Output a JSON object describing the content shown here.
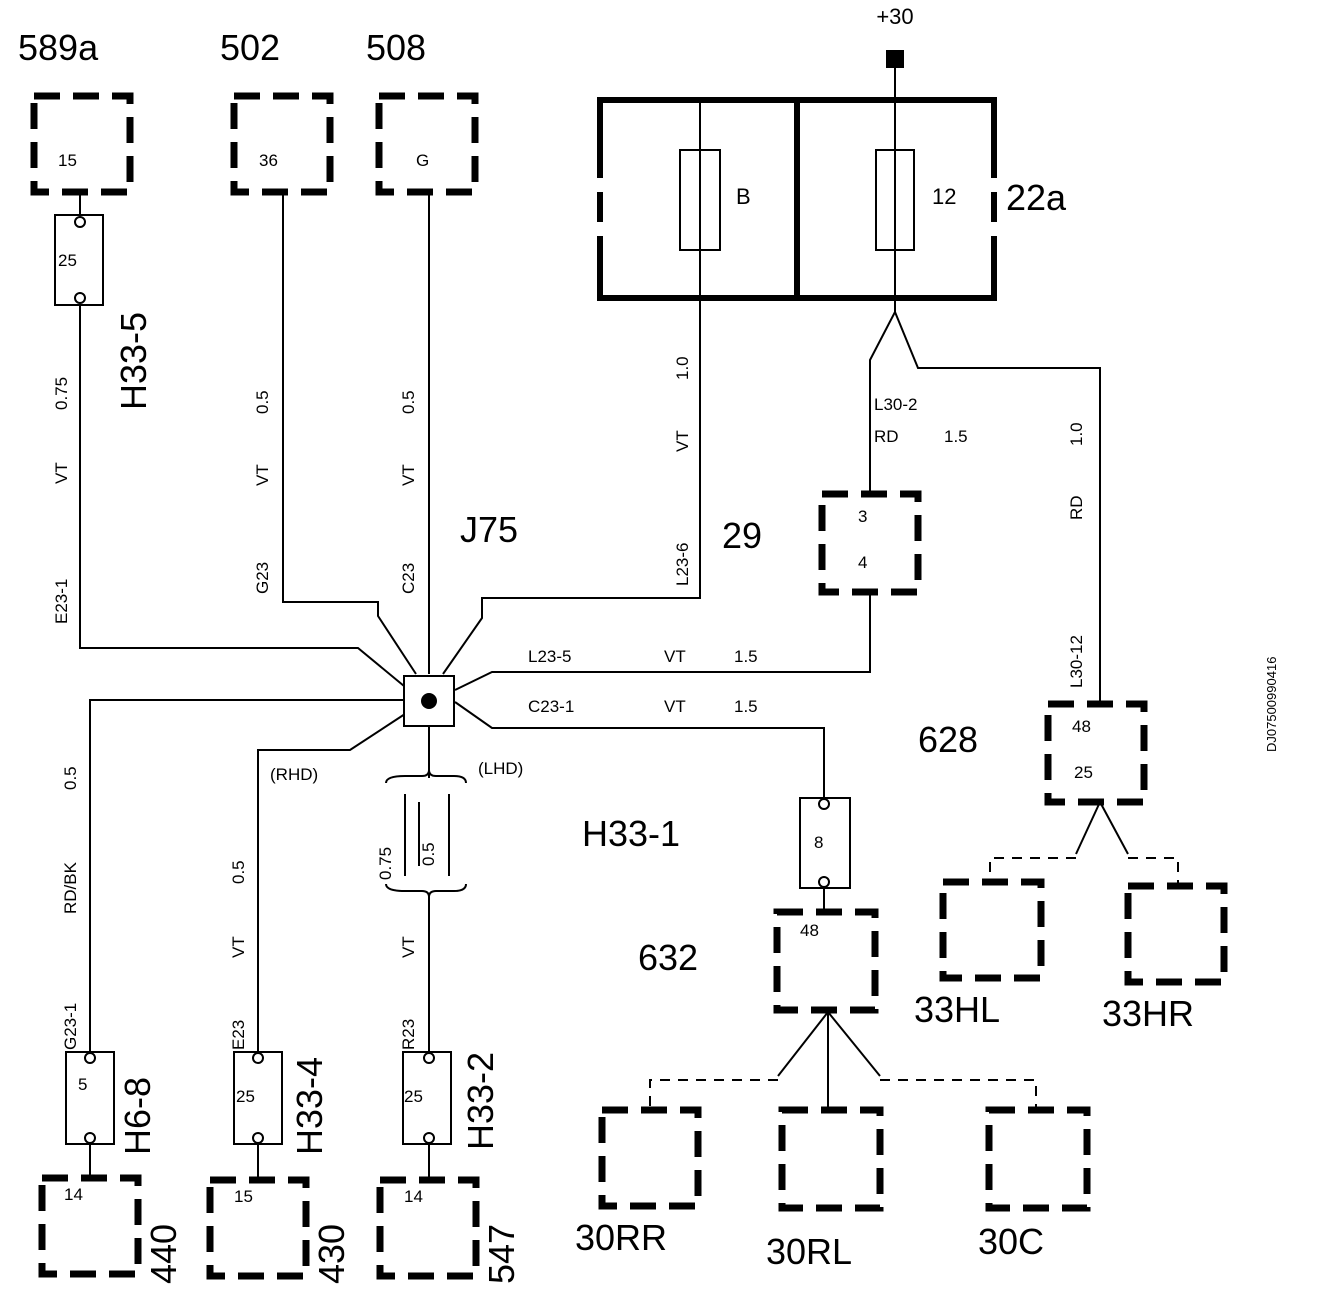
{
  "components": {
    "c589a": {
      "id": "589a",
      "pin": "15"
    },
    "c502": {
      "id": "502",
      "pin": "36"
    },
    "c508": {
      "id": "508",
      "pin": "G"
    },
    "c22a": {
      "id": "22a",
      "fuse_left": "B",
      "fuse_right": "12"
    },
    "supply": "+30",
    "c29": {
      "id": "29",
      "pin_top": "3",
      "pin_bottom": "4"
    },
    "c628": {
      "id": "628",
      "pin_top": "48",
      "pin_bottom": "25"
    },
    "c632": {
      "id": "632",
      "pin": "48"
    },
    "c33HL": "33HL",
    "c33HR": "33HR",
    "c30RR": "30RR",
    "c30RL": "30RL",
    "c30C": "30C",
    "c440": {
      "id": "440",
      "pin": "14"
    },
    "c430": {
      "id": "430",
      "pin": "15"
    },
    "c547": {
      "id": "547",
      "pin": "14"
    },
    "splice": "J75",
    "doc_id": "DJ07500990416"
  },
  "connectors": {
    "H33_5": {
      "name": "H33-5",
      "pin": "25"
    },
    "H33_1": {
      "name": "H33-1",
      "pin": "8"
    },
    "H6_8": {
      "name": "H6-8",
      "pin": "5"
    },
    "H33_4": {
      "name": "H33-4",
      "pin": "25"
    },
    "H33_2": {
      "name": "H33-2",
      "pin": "25"
    }
  },
  "wires": {
    "w1": {
      "size": "0.75",
      "color": "VT",
      "code": "E23-1"
    },
    "w2": {
      "size": "0.5",
      "color": "VT",
      "code": "G23"
    },
    "w3": {
      "size": "0.5",
      "color": "VT",
      "code": "C23"
    },
    "w4": {
      "size": "1.0",
      "color": "VT",
      "code": "L23-6"
    },
    "w5": {
      "code": "L30-2",
      "color": "RD",
      "size": "1.5"
    },
    "w6": {
      "size": "1.0",
      "color": "RD",
      "code": "L30-12"
    },
    "w7": {
      "code": "L23-5",
      "color": "VT",
      "size": "1.5"
    },
    "w8": {
      "code": "C23-1",
      "color": "VT",
      "size": "1.5"
    },
    "w9": {
      "size": "0.5",
      "color": "RD/BK",
      "code": "G23-1"
    },
    "w10": {
      "size": "0.5",
      "color": "VT",
      "code": "E23",
      "variant": "(RHD)"
    },
    "w11": {
      "size_a": "0.75",
      "size_b": "0.5",
      "color": "VT",
      "code": "R23",
      "variant": "(LHD)"
    }
  }
}
